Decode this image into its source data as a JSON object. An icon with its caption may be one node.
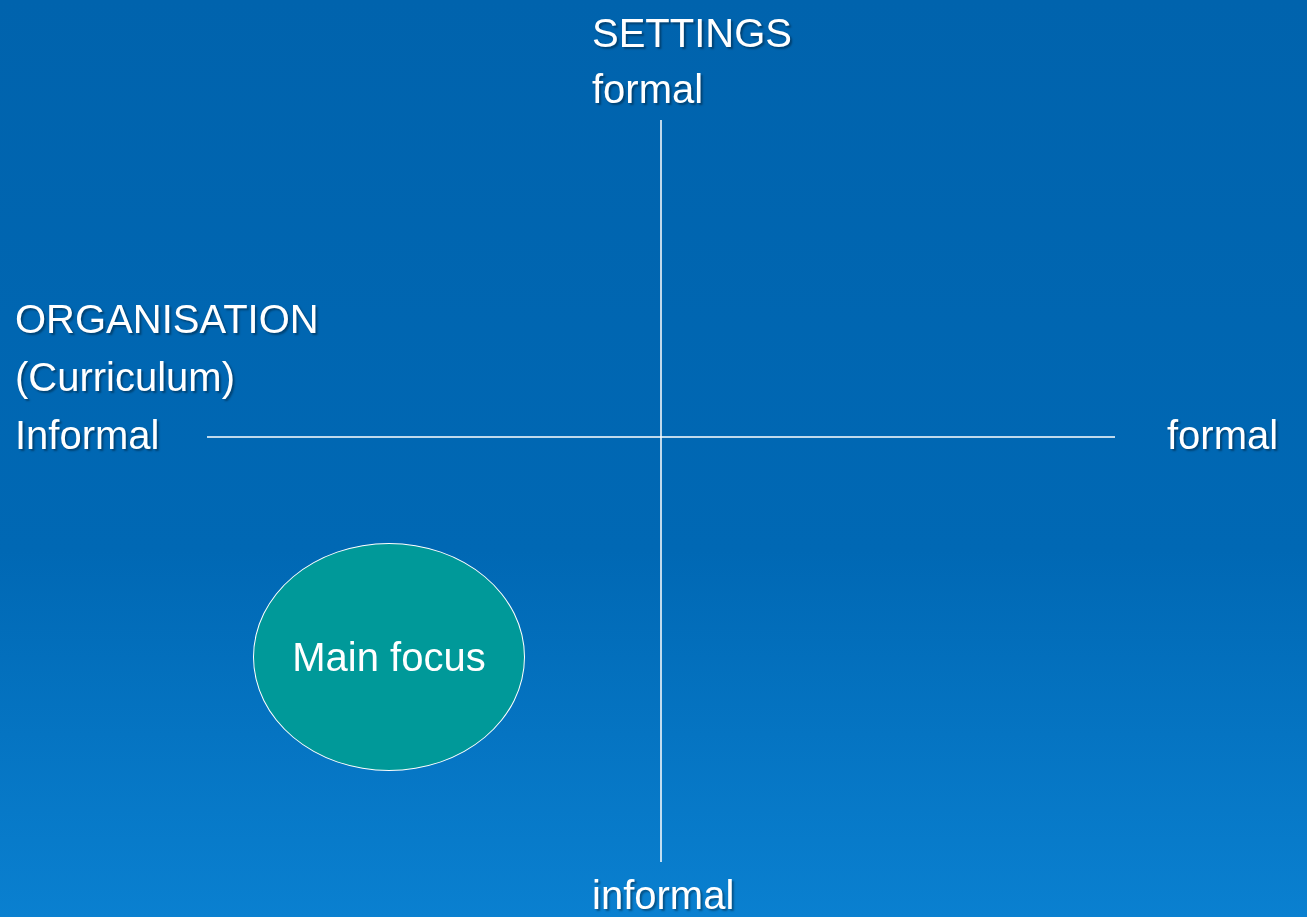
{
  "diagram": {
    "nodes": [
      {
        "text": [
          "Main focus"
        ]
      }
    ],
    "labels": [
      "SETTINGS",
      "formal",
      "ORGANISATION",
      "(Curriculum)",
      "Informal",
      "formal",
      "informal"
    ]
  }
}
